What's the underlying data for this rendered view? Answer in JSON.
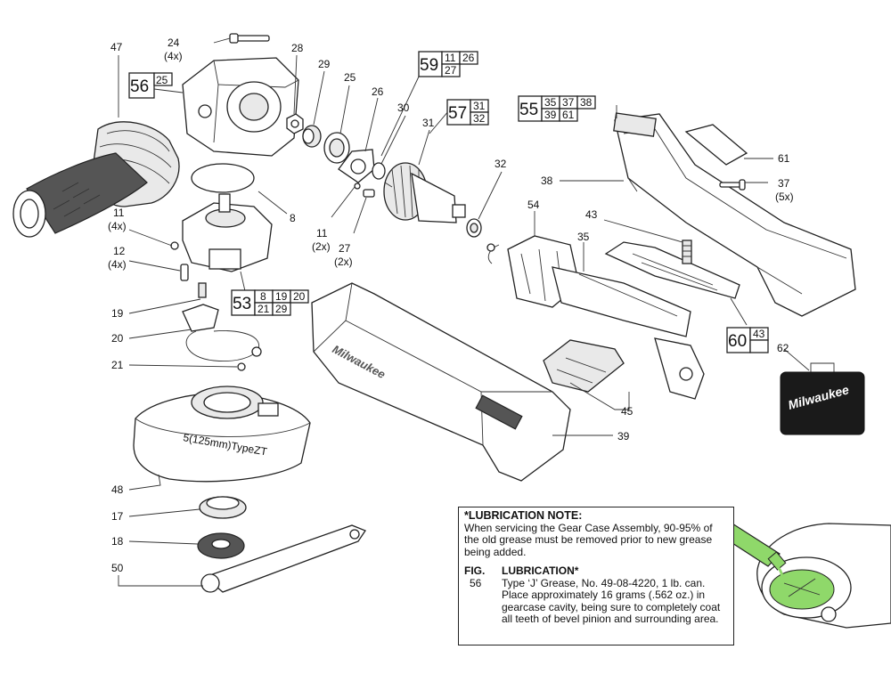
{
  "callouts": [
    {
      "id": "47",
      "text": "47"
    },
    {
      "id": "24",
      "text": "24"
    },
    {
      "id": "24q",
      "text": "(4x)"
    },
    {
      "id": "28",
      "text": "28"
    },
    {
      "id": "29",
      "text": "29"
    },
    {
      "id": "25",
      "text": "25"
    },
    {
      "id": "26",
      "text": "26"
    },
    {
      "id": "30",
      "text": "30"
    },
    {
      "id": "31",
      "text": "31"
    },
    {
      "id": "32",
      "text": "32"
    },
    {
      "id": "8",
      "text": "8"
    },
    {
      "id": "11a",
      "text": "11"
    },
    {
      "id": "11aq",
      "text": "(4x)"
    },
    {
      "id": "12",
      "text": "12"
    },
    {
      "id": "12q",
      "text": "(4x)"
    },
    {
      "id": "11b",
      "text": "11"
    },
    {
      "id": "11bq",
      "text": "(2x)"
    },
    {
      "id": "27",
      "text": "27"
    },
    {
      "id": "27q",
      "text": "(2x)"
    },
    {
      "id": "19",
      "text": "19"
    },
    {
      "id": "20",
      "text": "20"
    },
    {
      "id": "21",
      "text": "21"
    },
    {
      "id": "48",
      "text": "48"
    },
    {
      "id": "17",
      "text": "17"
    },
    {
      "id": "18",
      "text": "18"
    },
    {
      "id": "50",
      "text": "50"
    },
    {
      "id": "54",
      "text": "54"
    },
    {
      "id": "35",
      "text": "35"
    },
    {
      "id": "43",
      "text": "43"
    },
    {
      "id": "38",
      "text": "38"
    },
    {
      "id": "61",
      "text": "61"
    },
    {
      "id": "37",
      "text": "37"
    },
    {
      "id": "37q",
      "text": "(5x)"
    },
    {
      "id": "62",
      "text": "62"
    },
    {
      "id": "45",
      "text": "45"
    },
    {
      "id": "39",
      "text": "39"
    }
  ],
  "assembly_boxes": [
    {
      "id": "56",
      "number": "56",
      "parts": [
        [
          "25"
        ]
      ]
    },
    {
      "id": "59",
      "number": "59",
      "parts": [
        [
          "11",
          "26"
        ],
        [
          "27"
        ]
      ]
    },
    {
      "id": "57",
      "number": "57",
      "parts": [
        [
          "31"
        ],
        [
          "32"
        ]
      ]
    },
    {
      "id": "55",
      "number": "55",
      "parts": [
        [
          "35",
          "37",
          "38"
        ],
        [
          "39",
          "61"
        ]
      ]
    },
    {
      "id": "53",
      "number": "53",
      "parts": [
        [
          "8",
          "19",
          "20"
        ],
        [
          "21",
          "29"
        ]
      ]
    },
    {
      "id": "60",
      "number": "60",
      "parts": [
        [
          "43"
        ],
        [
          ""
        ]
      ]
    }
  ],
  "labels": {
    "guard_text": "5(125mm)TypeZT",
    "brand": "Milwaukee"
  },
  "lubrication": {
    "title": "*LUBRICATION NOTE:",
    "note": "When servicing the Gear Case Assembly, 90-95% of the old grease must be removed prior to new grease being added.",
    "fig_label": "FIG.",
    "fig_number": "56",
    "sub_title": "LUBRICATION*",
    "detail": "Type ‘J’ Grease, No. 49-08-4220, 1 lb. can. Place approximately 16 grams (.562 oz.) in gearcase cavity, being sure to completely coat all teeth of bevel pinion and surrounding area."
  },
  "colors": {
    "grease_green": "#8fd86a",
    "case_black": "#1a1a1a",
    "line": "#222222"
  }
}
